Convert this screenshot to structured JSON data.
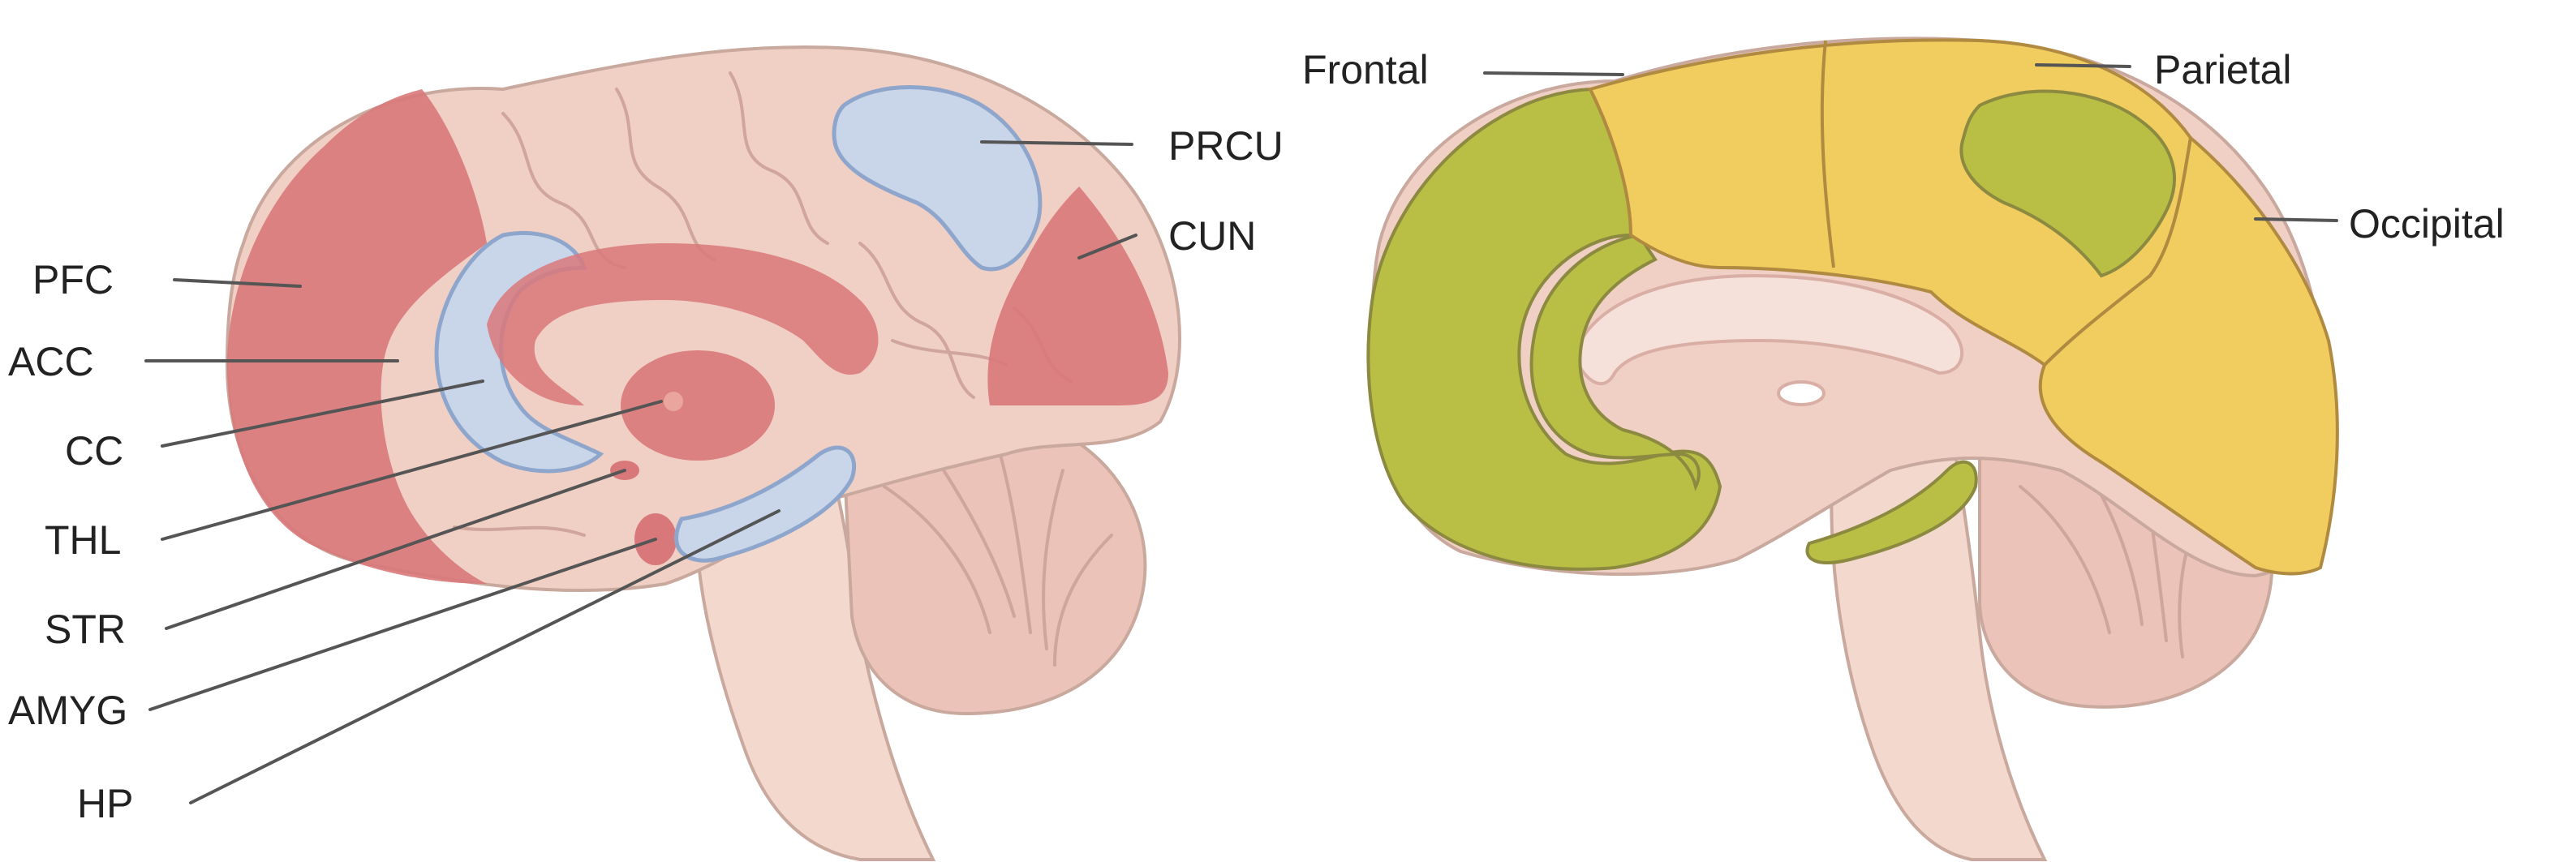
{
  "left_panel": {
    "labels": {
      "pfc": "PFC",
      "acc": "ACC",
      "cc": "CC",
      "thl": "THL",
      "str": "STR",
      "amyg": "AMYG",
      "hp": "HP",
      "prcu": "PRCU",
      "cun": "CUN"
    }
  },
  "right_panel": {
    "labels": {
      "frontal": "Frontal",
      "parietal": "Parietal",
      "occipital": "Occipital"
    }
  },
  "colors": {
    "tissue": "#f0cfc4",
    "tissue_dark": "#e8b8ad",
    "red_region": "#d9787a",
    "blue_region": "#c9d6ea",
    "blue_outline": "#8fa6cc",
    "lobe_yellow": "#f0cd5e",
    "lobe_green": "#b9bf45"
  }
}
